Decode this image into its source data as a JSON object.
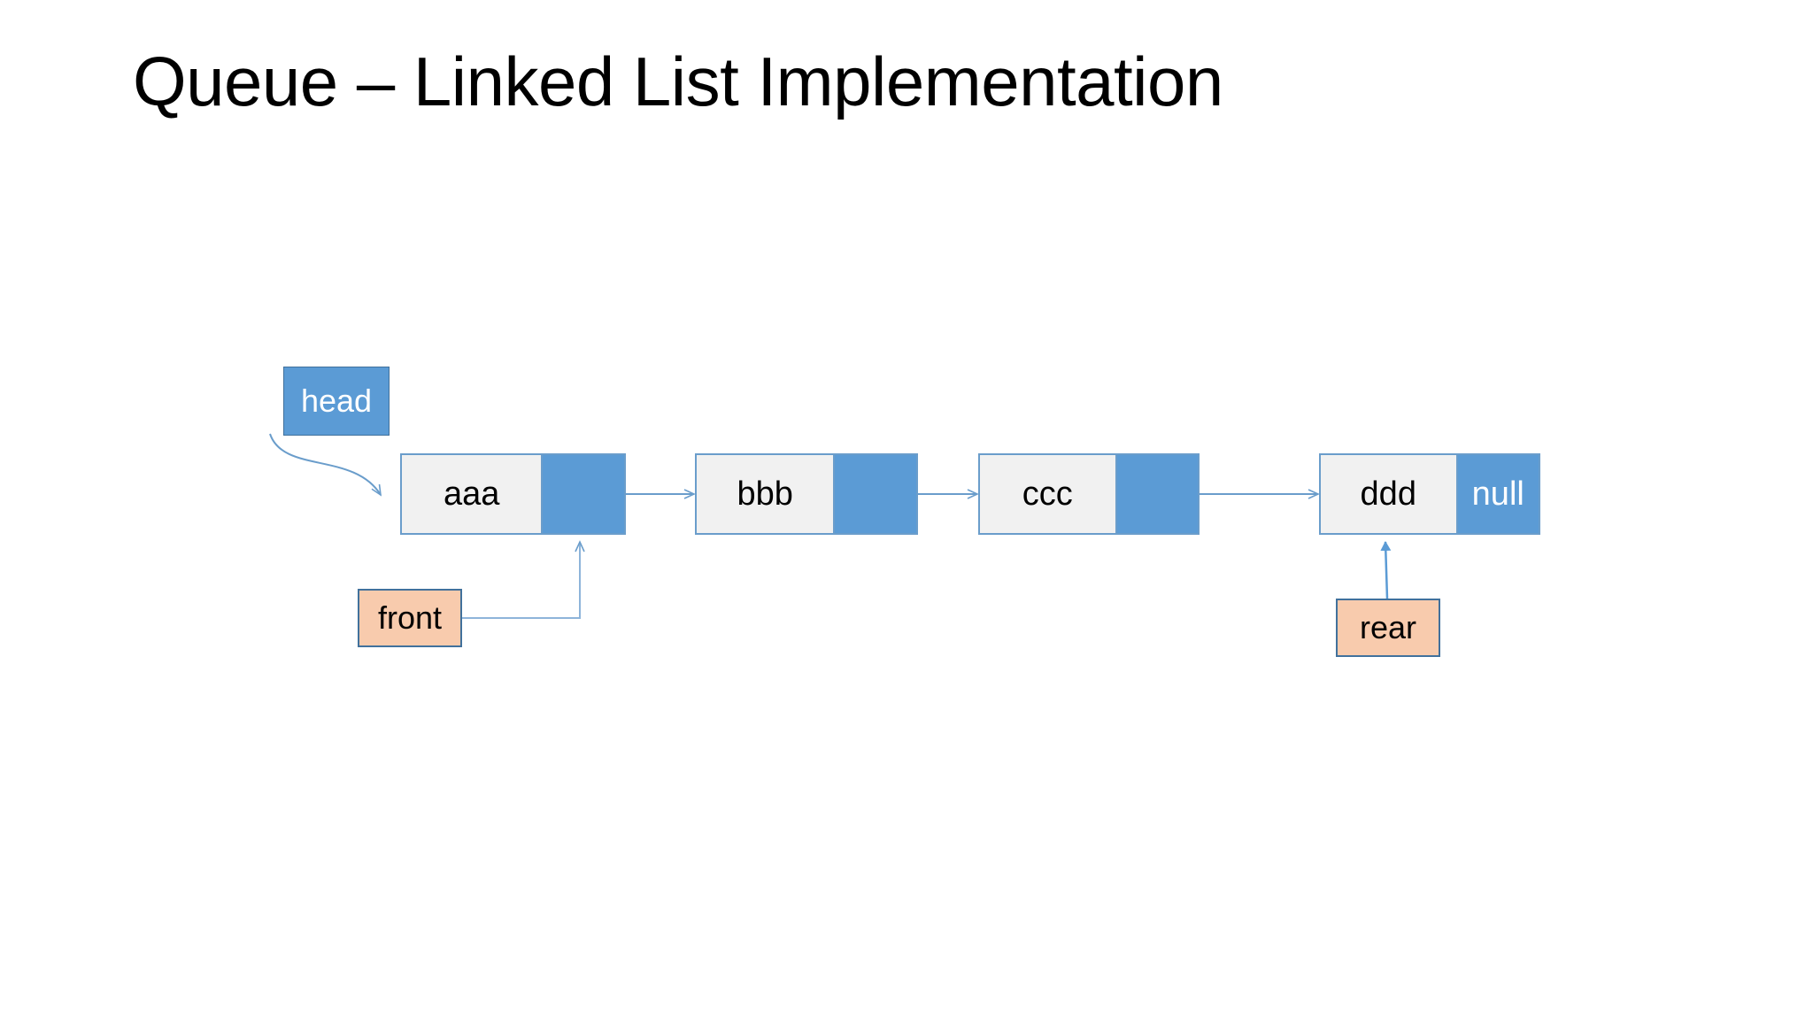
{
  "slide": {
    "title": "Queue – Linked List Implementation",
    "background_color": "#FFFFFF"
  },
  "palette": {
    "node_fill": "#F1F1F1",
    "node_border": "#6A9DCB",
    "link_fill": "#5B9BD5",
    "pointer_fill": "#F8CBAD",
    "pointer_border": "#41719C",
    "connector_line": "#6A9DCB",
    "connector_line_light": "#8EB4DA",
    "text_dark": "#000000",
    "text_light": "#FFFFFF"
  },
  "diagram": {
    "type": "linked-list",
    "head_pointer": {
      "label": "head"
    },
    "front_pointer": {
      "label": "front",
      "targets": "aaa"
    },
    "rear_pointer": {
      "label": "rear",
      "targets": "ddd"
    },
    "nodes": [
      {
        "data": "aaa",
        "link": ""
      },
      {
        "data": "bbb",
        "link": ""
      },
      {
        "data": "ccc",
        "link": ""
      },
      {
        "data": "ddd",
        "link": "null"
      }
    ]
  }
}
